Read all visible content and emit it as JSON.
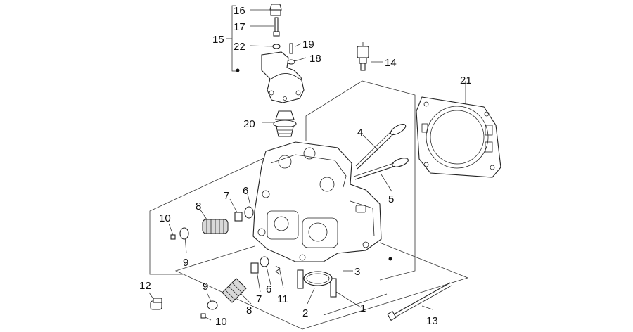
{
  "diagram": {
    "labels": [
      {
        "id": "c16",
        "text": "16"
      },
      {
        "id": "c17",
        "text": "17"
      },
      {
        "id": "c15",
        "text": "15"
      },
      {
        "id": "c22",
        "text": "22"
      },
      {
        "id": "c19",
        "text": "19"
      },
      {
        "id": "c18",
        "text": "18"
      },
      {
        "id": "c14",
        "text": "14"
      },
      {
        "id": "c21",
        "text": "21"
      },
      {
        "id": "c20",
        "text": "20"
      },
      {
        "id": "c4",
        "text": "4"
      },
      {
        "id": "c5",
        "text": "5"
      },
      {
        "id": "c7a",
        "text": "7"
      },
      {
        "id": "c6a",
        "text": "6"
      },
      {
        "id": "c8a",
        "text": "8"
      },
      {
        "id": "c10a",
        "text": "10"
      },
      {
        "id": "c9a",
        "text": "9"
      },
      {
        "id": "c3",
        "text": "3"
      },
      {
        "id": "c12",
        "text": "12"
      },
      {
        "id": "c9b",
        "text": "9"
      },
      {
        "id": "c7b",
        "text": "7"
      },
      {
        "id": "c6b",
        "text": "6"
      },
      {
        "id": "c11",
        "text": "11"
      },
      {
        "id": "c8b",
        "text": "8"
      },
      {
        "id": "c2",
        "text": "2"
      },
      {
        "id": "c1",
        "text": "1"
      },
      {
        "id": "c13",
        "text": "13"
      },
      {
        "id": "c10b",
        "text": "10"
      }
    ]
  }
}
